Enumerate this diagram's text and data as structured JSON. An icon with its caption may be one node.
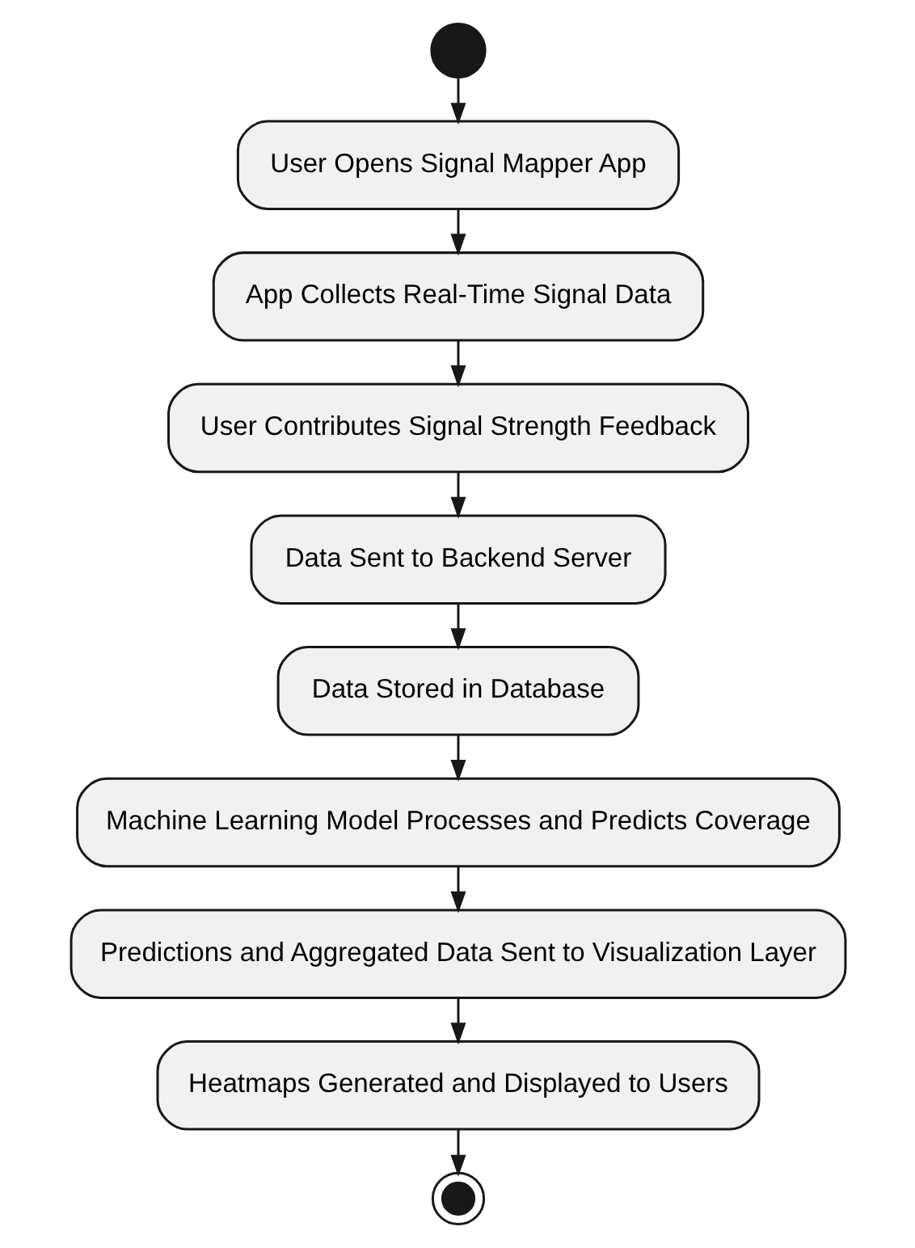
{
  "diagram": {
    "nodes": [
      {
        "text": [],
        "shape": "circle"
      },
      {
        "text": [
          "User Opens Signal Mapper App"
        ]
      },
      {
        "text": [
          "App Collects Real-Time Signal Data"
        ]
      },
      {
        "text": [
          "User Contributes Signal Strength Feedback"
        ]
      },
      {
        "text": [
          "Data Sent to Backend Server"
        ]
      },
      {
        "text": [
          "Data Stored in Database"
        ]
      },
      {
        "text": [
          "Machine Learning Model Processes and Predicts Coverage"
        ]
      },
      {
        "text": [
          "Predictions and Aggregated Data Sent to Visualization Layer"
        ]
      },
      {
        "text": [
          "Heatmaps Generated and Displayed to Users"
        ]
      },
      {
        "text": [],
        "shape": "circle"
      }
    ],
    "edges": [
      {
        "from": 0,
        "to": 1,
        "arrow": "to"
      },
      {
        "from": 1,
        "to": 2,
        "arrow": "to"
      },
      {
        "from": 2,
        "to": 3,
        "arrow": "to"
      },
      {
        "from": 3,
        "to": 4,
        "arrow": "to"
      },
      {
        "from": 4,
        "to": 5,
        "arrow": "to"
      },
      {
        "from": 5,
        "to": 6,
        "arrow": "to"
      },
      {
        "from": 6,
        "to": 7,
        "arrow": "to"
      },
      {
        "from": 7,
        "to": 8,
        "arrow": "to"
      },
      {
        "from": 8,
        "to": 9,
        "arrow": "to"
      }
    ]
  }
}
